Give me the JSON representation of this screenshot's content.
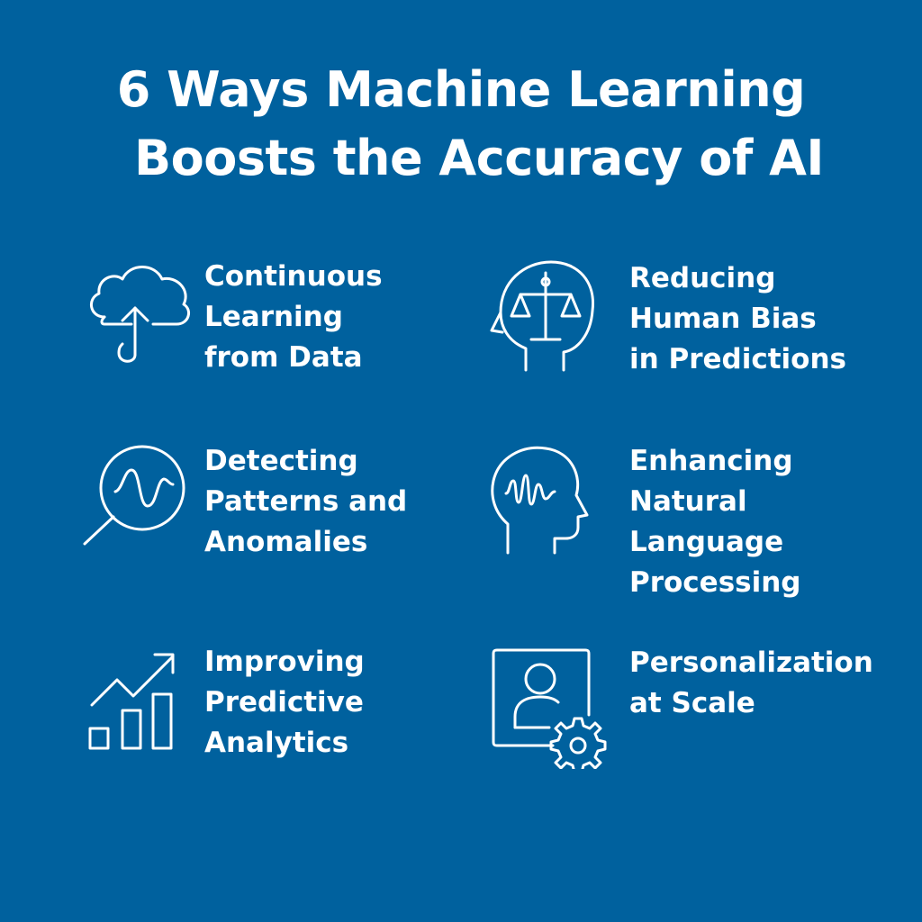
{
  "colors": {
    "background": "#00619E",
    "text": "#FFFFFF"
  },
  "title": {
    "line1": "6 Ways Machine Learning",
    "line2": "Boosts the Accuracy of AI"
  },
  "items": [
    {
      "icon": "cloud-upload-icon",
      "lines": [
        "Continuous",
        "Learning",
        "from Data"
      ]
    },
    {
      "icon": "head-scales-icon",
      "lines": [
        "Reducing",
        "Human Bias",
        "in Predictions"
      ]
    },
    {
      "icon": "magnifier-wave-icon",
      "lines": [
        "Detecting",
        "Patterns and",
        "Anomalies"
      ]
    },
    {
      "icon": "head-wave-icon",
      "lines": [
        "Enhancing",
        "Natural",
        "Language",
        "Processing"
      ]
    },
    {
      "icon": "bar-chart-trend-icon",
      "lines": [
        "Improving",
        "Predictive",
        "Analytics"
      ]
    },
    {
      "icon": "user-gear-icon",
      "lines": [
        "Personalization",
        "at Scale"
      ]
    }
  ]
}
